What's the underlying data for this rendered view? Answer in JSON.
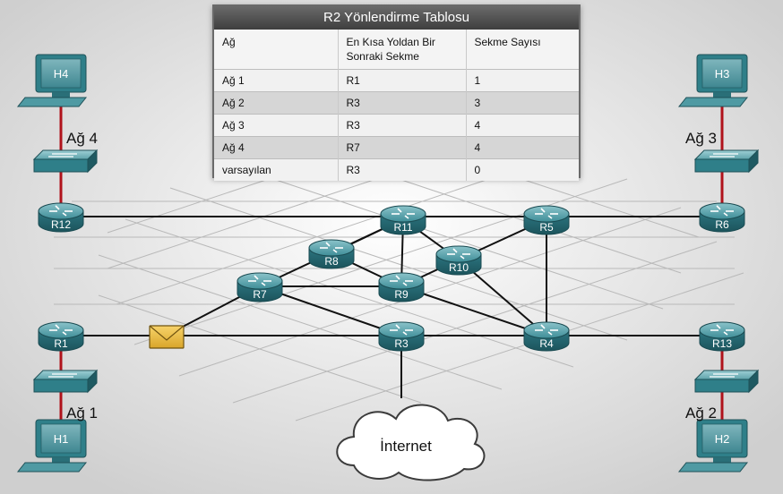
{
  "routing_table": {
    "title": "R2 Yönlendirme Tablosu",
    "headers": [
      "Ağ",
      "En Kısa Yoldan Bir Sonraki Sekme",
      "Sekme Sayısı"
    ],
    "rows": [
      [
        "Ağ 1",
        "R1",
        "1"
      ],
      [
        "Ağ 2",
        "R3",
        "3"
      ],
      [
        "Ağ 3",
        "R3",
        "4"
      ],
      [
        "Ağ 4",
        "R7",
        "4"
      ],
      [
        "varsayılan",
        "R3",
        "0"
      ]
    ]
  },
  "routers": [
    "R12",
    "R11",
    "R5",
    "R6",
    "R8",
    "R10",
    "R7",
    "R9",
    "R1",
    "R3",
    "R4",
    "R13"
  ],
  "hosts": [
    "H4",
    "H3",
    "H1",
    "H2"
  ],
  "networks": [
    "Ağ 4",
    "Ağ 3",
    "Ağ 1",
    "Ağ 2"
  ],
  "cloud_label": "İnternet",
  "colors": {
    "router": "#2f7f89",
    "link": "#111111",
    "access_link": "#b0121b",
    "table_header": "#4a4a4a"
  }
}
